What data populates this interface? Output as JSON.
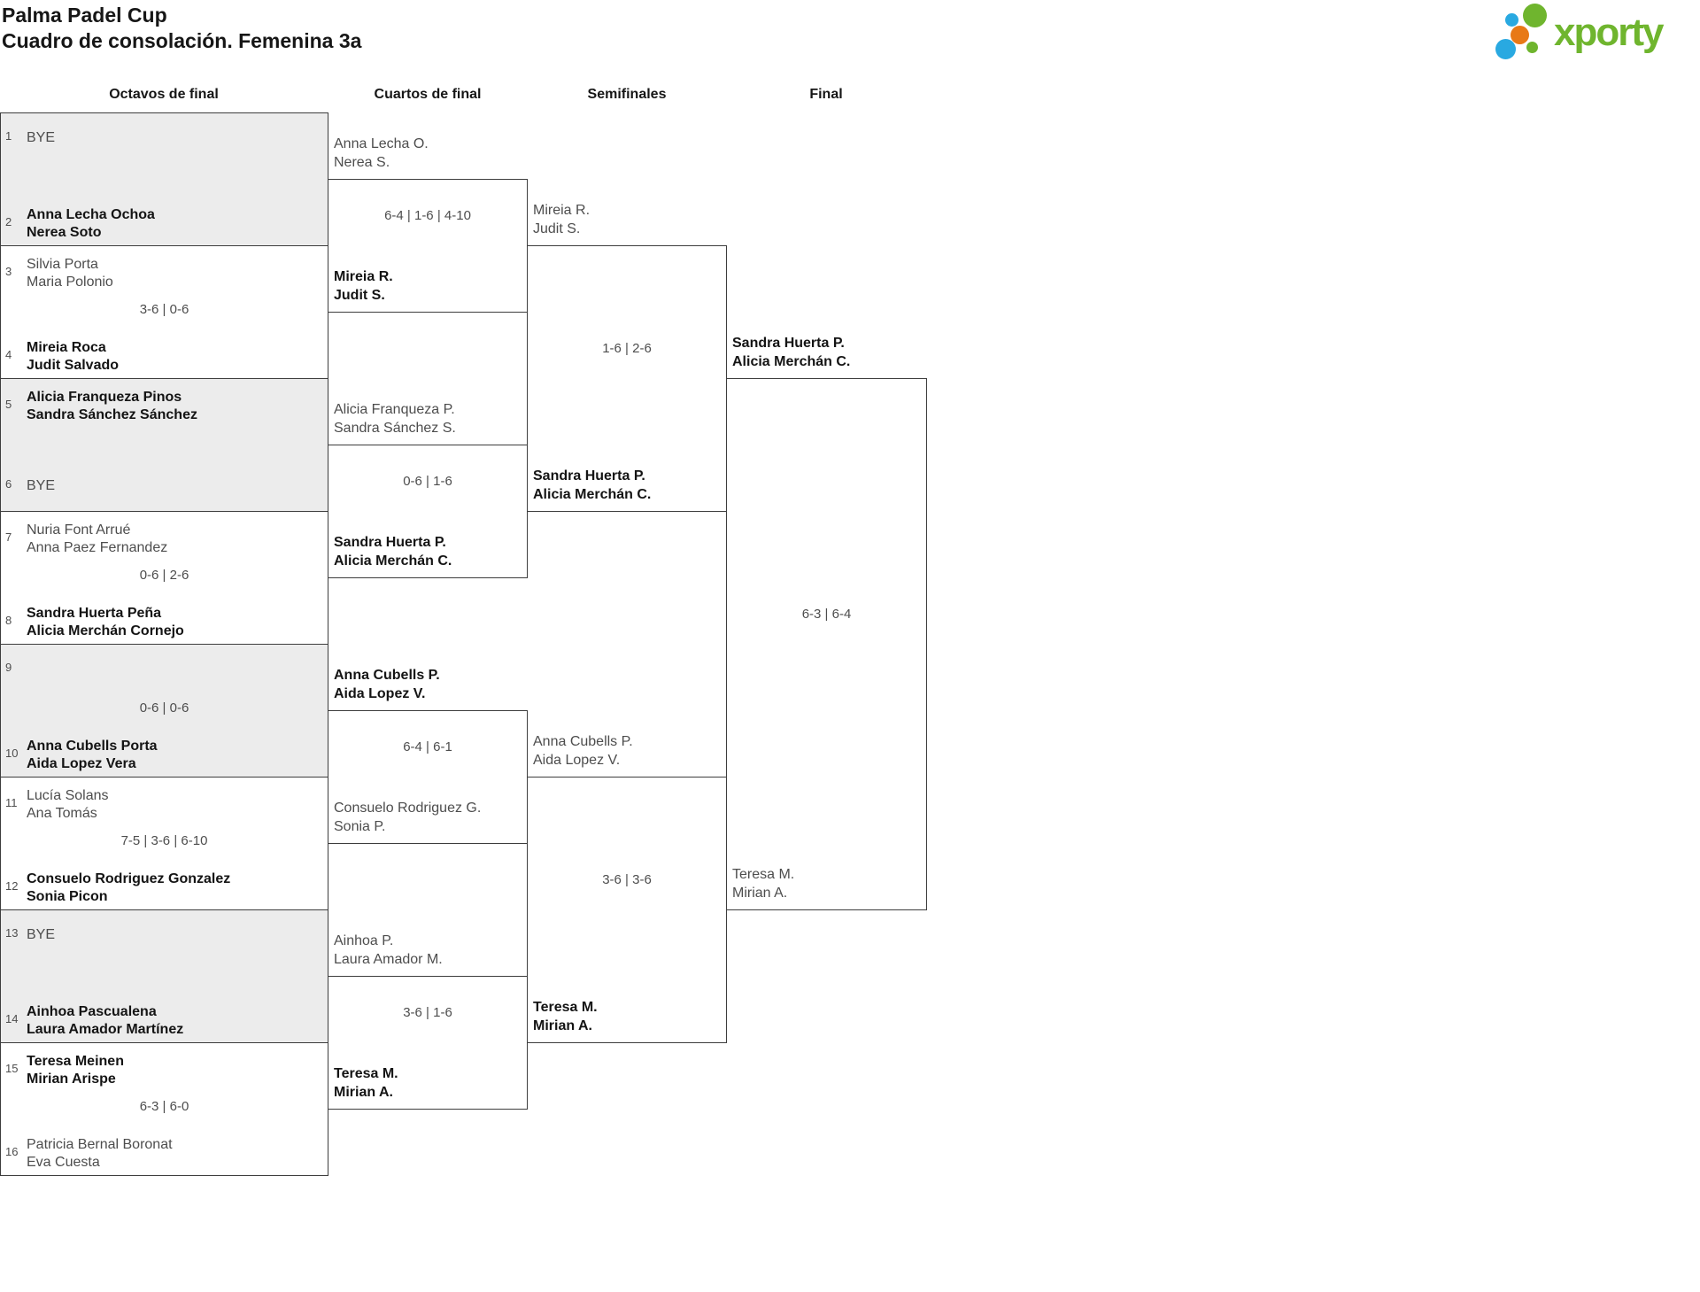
{
  "title": {
    "line1": "Palma Padel Cup",
    "line2": "Cuadro de consolación. Femenina 3a"
  },
  "logo": {
    "text": "xporty",
    "green": "#6fb52e",
    "blue": "#29a9e1",
    "orange": "#e87916"
  },
  "headers": {
    "r16": "Octavos de final",
    "qf": "Cuartos de final",
    "sf": "Semifinales",
    "f": "Final"
  },
  "colors": {
    "box_border": "#3d3d3d",
    "box_gray_fill": "#ececec",
    "text_normal": "#4d4d4d",
    "text_winner": "#141414"
  },
  "r16": [
    {
      "top": {
        "seed": "1",
        "name1": "BYE",
        "name2": "",
        "winner": false
      },
      "score": "",
      "bottom": {
        "seed": "2",
        "name1": "Anna Lecha Ochoa",
        "name2": "Nerea Soto",
        "winner": true
      }
    },
    {
      "top": {
        "seed": "3",
        "name1": "Silvia Porta",
        "name2": "Maria Polonio",
        "winner": false
      },
      "score": "3-6 | 0-6",
      "bottom": {
        "seed": "4",
        "name1": "Mireia Roca",
        "name2": "Judit Salvado",
        "winner": true
      }
    },
    {
      "top": {
        "seed": "5",
        "name1": "Alicia Franqueza Pinos",
        "name2": "Sandra Sánchez Sánchez",
        "winner": true
      },
      "score": "",
      "bottom": {
        "seed": "6",
        "name1": "BYE",
        "name2": "",
        "winner": false
      }
    },
    {
      "top": {
        "seed": "7",
        "name1": "Nuria Font Arrué",
        "name2": "Anna Paez Fernandez",
        "winner": false
      },
      "score": "0-6 | 2-6",
      "bottom": {
        "seed": "8",
        "name1": "Sandra Huerta Peña",
        "name2": "Alicia Merchán Cornejo",
        "winner": true
      }
    },
    {
      "top": {
        "seed": "9",
        "name1": "",
        "name2": "",
        "winner": false
      },
      "score": "0-6 | 0-6",
      "bottom": {
        "seed": "10",
        "name1": "Anna Cubells Porta",
        "name2": "Aida Lopez Vera",
        "winner": true
      }
    },
    {
      "top": {
        "seed": "11",
        "name1": "Lucía Solans",
        "name2": "Ana Tomás",
        "winner": false
      },
      "score": "7-5 | 3-6 | 6-10",
      "bottom": {
        "seed": "12",
        "name1": "Consuelo Rodriguez Gonzalez",
        "name2": "Sonia Picon",
        "winner": true
      }
    },
    {
      "top": {
        "seed": "13",
        "name1": "BYE",
        "name2": "",
        "winner": false
      },
      "score": "",
      "bottom": {
        "seed": "14",
        "name1": "Ainhoa Pascualena",
        "name2": "Laura Amador Martínez",
        "winner": true
      }
    },
    {
      "top": {
        "seed": "15",
        "name1": "Teresa Meinen",
        "name2": "Mirian Arispe",
        "winner": true
      },
      "score": "6-3 | 6-0",
      "bottom": {
        "seed": "16",
        "name1": "Patricia Bernal Boronat",
        "name2": "Eva Cuesta",
        "winner": false
      }
    }
  ],
  "qf": [
    {
      "label1": "Anna Lecha O.",
      "label2": "Nerea S.",
      "label_winner": false,
      "score": "6-4 | 1-6 | 4-10",
      "inside1": "Mireia R.",
      "inside2": "Judit S.",
      "inside_winner": true
    },
    {
      "label1": "Alicia Franqueza P.",
      "label2": "Sandra Sánchez S.",
      "label_winner": false,
      "score": "0-6 | 1-6",
      "inside1": "Sandra Huerta P.",
      "inside2": "Alicia Merchán C.",
      "inside_winner": true
    },
    {
      "label1": "Anna Cubells P.",
      "label2": "Aida Lopez V.",
      "label_winner": true,
      "score": "6-4 | 6-1",
      "inside1": "Consuelo Rodriguez G.",
      "inside2": "Sonia P.",
      "inside_winner": false
    },
    {
      "label1": "Ainhoa P.",
      "label2": "Laura Amador M.",
      "label_winner": false,
      "score": "3-6 | 1-6",
      "inside1": "Teresa M.",
      "inside2": "Mirian A.",
      "inside_winner": true
    }
  ],
  "sf": [
    {
      "label1": "Mireia R.",
      "label2": "Judit S.",
      "label_winner": false,
      "score": "1-6 | 2-6",
      "inside1": "Sandra Huerta P.",
      "inside2": "Alicia Merchán C.",
      "inside_winner": true
    },
    {
      "label1": "Anna Cubells P.",
      "label2": "Aida Lopez V.",
      "label_winner": false,
      "score": "3-6 | 3-6",
      "inside1": "Teresa M.",
      "inside2": "Mirian A.",
      "inside_winner": true
    }
  ],
  "final": {
    "label1": "Sandra Huerta P.",
    "label2": "Alicia Merchán C.",
    "label_winner": true,
    "score": "6-3 | 6-4",
    "inside1": "Teresa M.",
    "inside2": "Mirian A.",
    "inside_winner": false
  }
}
